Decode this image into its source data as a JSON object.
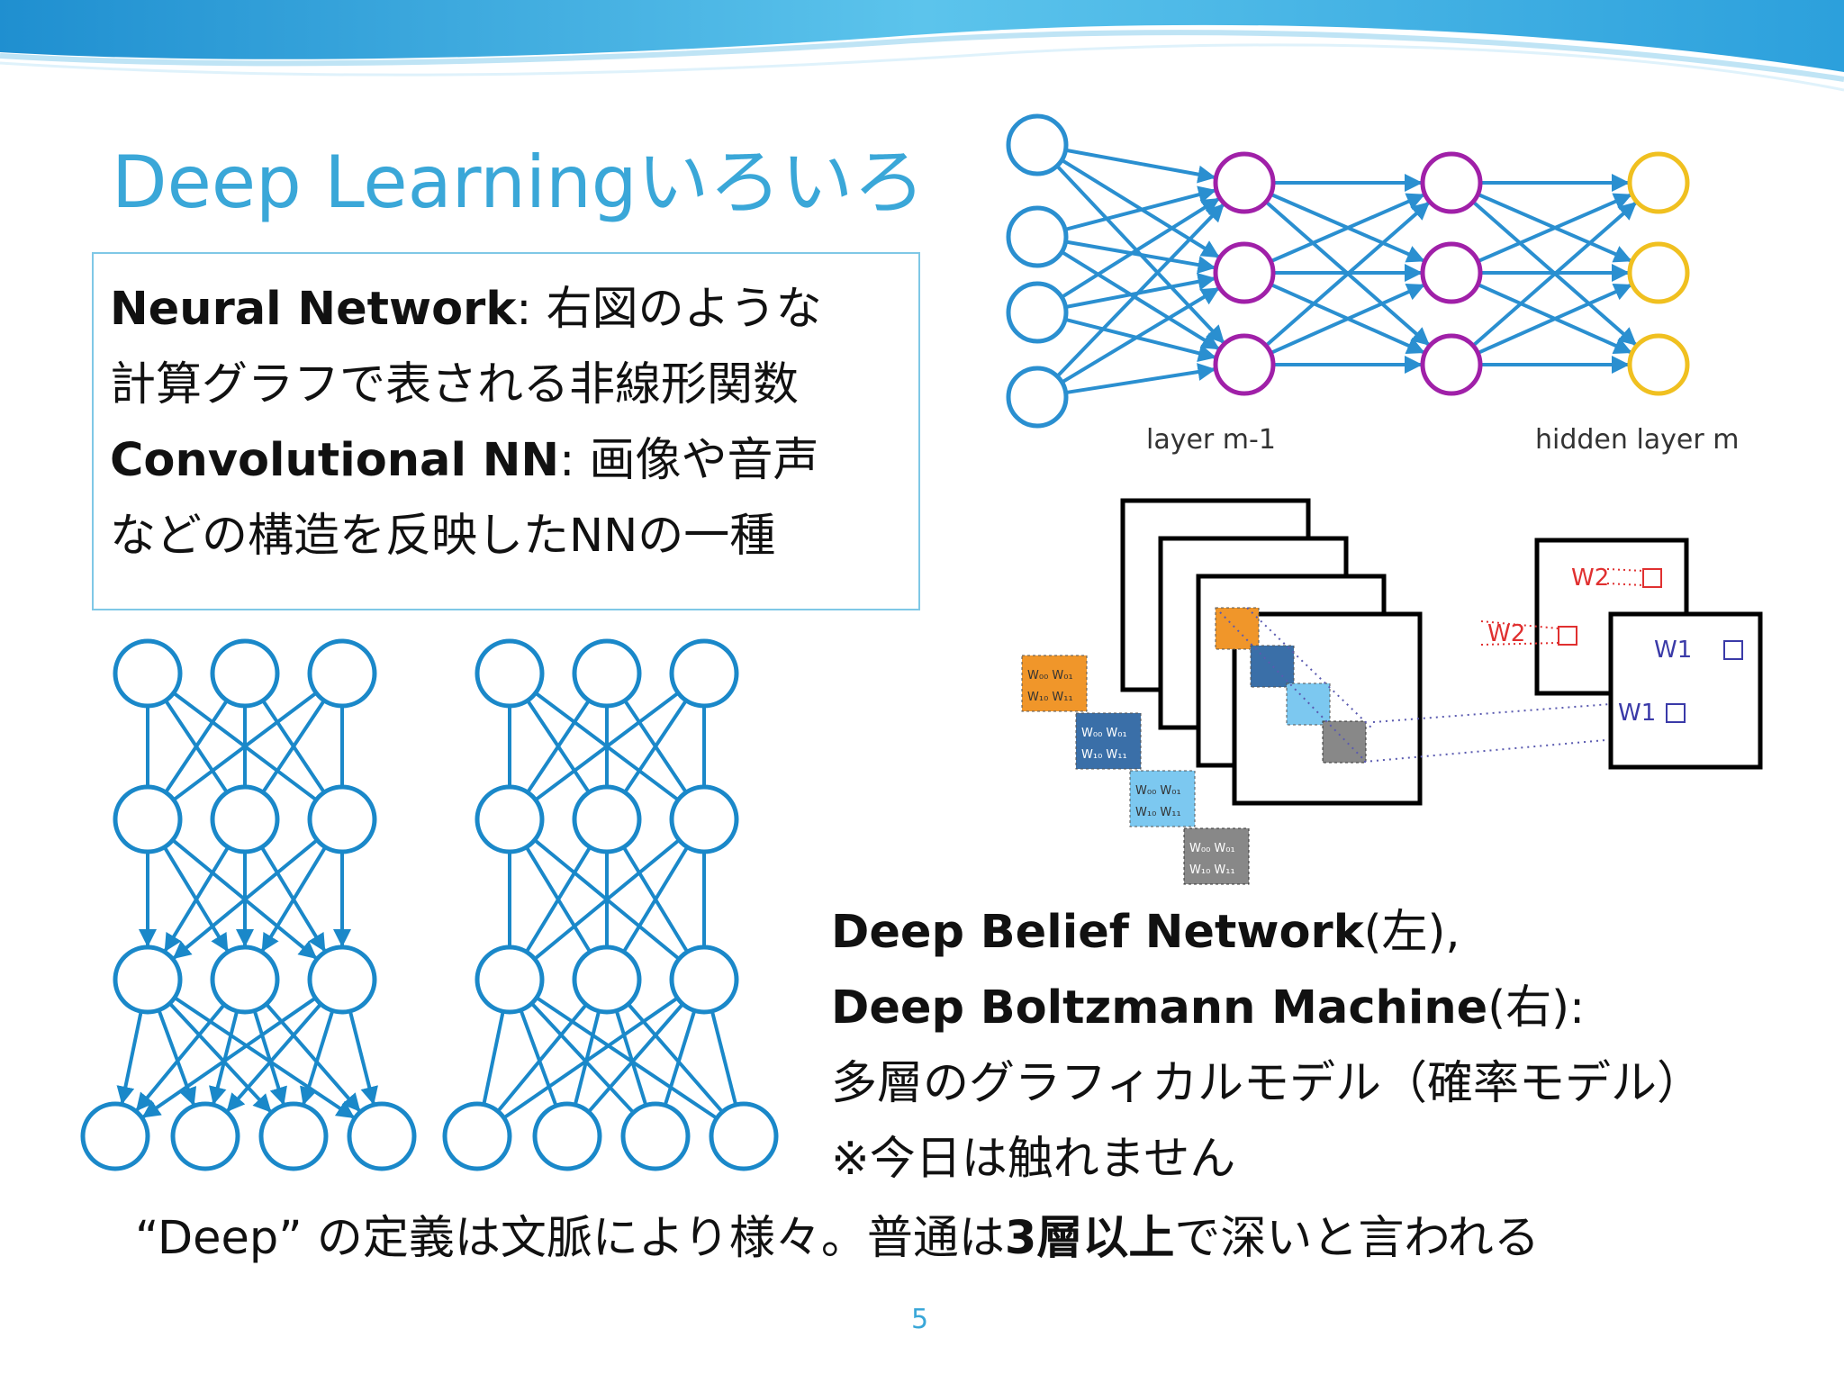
{
  "slide": {
    "title": "Deep Learningいろいろ",
    "page_number": "5"
  },
  "nn_box": {
    "line1_bold": "Neural Network",
    "line1_rest": ": 右図のような",
    "line2": "計算グラフで表される非線形関数",
    "line3_bold": "Convolutional NN",
    "line3_rest": ": 画像や音声",
    "line4": "などの構造を反映したNNの一種"
  },
  "mlp_figure": {
    "label_left": "layer m-1",
    "label_right": "hidden layer m",
    "colors": {
      "input": "#2a8fd0",
      "hidden": "#a020a8",
      "output": "#f0c020",
      "edge": "#2a8fd0"
    }
  },
  "cnn_figure": {
    "filter_labels": [
      "W00 W01 / W10 W11"
    ],
    "w2_label": "W2",
    "w1_label": "W1",
    "colors": {
      "orange": "#f0962a",
      "dark_blue": "#3a6fa8",
      "light_blue": "#7cc8f0",
      "gray": "#888888"
    }
  },
  "dbn_text": {
    "line1_bold": "Deep Belief Network",
    "line1_rest": "(左),",
    "line2_bold": "Deep Boltzmann Machine",
    "line2_rest": "(右):",
    "line3": "多層のグラフィカルモデル（確率モデル）",
    "line4": "※今日は触れません"
  },
  "bottom": {
    "prefix": "“Deep” の定義は文脈により様々。普通は",
    "bold": "3層以上",
    "suffix": "で深いと言われる"
  },
  "dbn_figure_color": "#1a88c9"
}
